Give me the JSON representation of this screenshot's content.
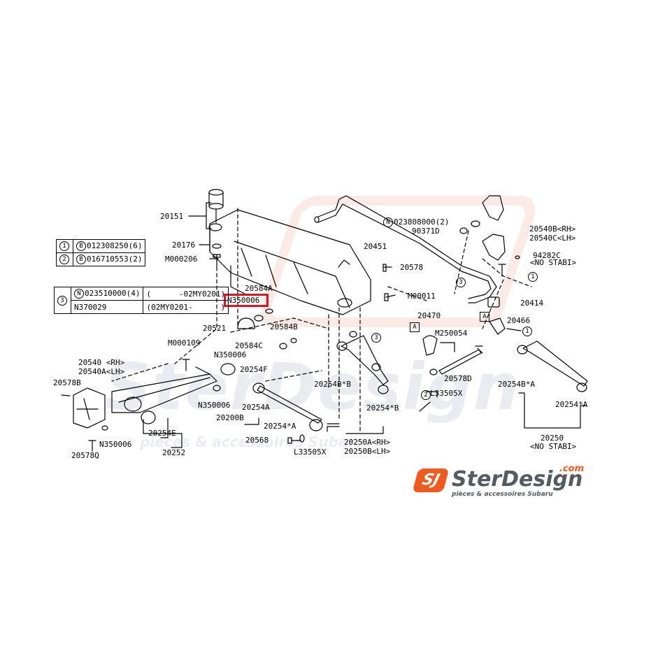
{
  "labels": {
    "p20151": "20151",
    "p20176": "20176",
    "pM000206": "M000206",
    "p20451": "20451",
    "p023808000": "023808000(2)",
    "p90371D": "90371D",
    "p20540B": "20540B<RH>",
    "p20540C": "20540C<LH>",
    "p94282C": "94282C",
    "pNoStabi1": "<NO STABI>",
    "p20578a": "20578",
    "p20584A": "20584A",
    "pM00011": "M00011",
    "pN350006_hl": "N350006",
    "p20521": "20521",
    "p20584B": "20584B",
    "p20584C": "20584C",
    "pN350006_b": "N350006",
    "p20254F": "20254F",
    "pM000109": "M000109",
    "p20540RH": "20540 <RH>",
    "p20540ALH": "20540A<LH>",
    "p20578B": "20578B",
    "pN350006_c": "N350006",
    "p20254A_1": "20254A",
    "p20200B": "20200B",
    "p20254E": "20254E",
    "pN350006_d": "N350006",
    "p20252": "20252",
    "p20578Q": "20578Q",
    "p20568": "20568",
    "pL33505X_1": "L33505X",
    "p20254starA": "20254*A",
    "p20254BstarB": "20254B*B",
    "p20254starB": "20254*B",
    "p20250ARH": "20250A<RH>",
    "p20250BLH": "20250B<LH>",
    "p20470": "20470",
    "pM250054": "M250054",
    "pA1": "A",
    "pA2": "A",
    "p20414": "20414",
    "p20466": "20466",
    "p20578D": "20578D",
    "pL33505X_2": "L33505X",
    "p20254BstarA": "20254B*A",
    "p20254starA_2": "20254*A",
    "p20250": "20250",
    "pNoStabi2": "<NO STABI>",
    "c1a": "1",
    "c1b": "1",
    "c2": "2",
    "c3a": "3",
    "c3b": "3",
    "nN": "N"
  },
  "table_bolts": {
    "rows": [
      {
        "ref": "1",
        "type": "B",
        "part": "012308250(6)"
      },
      {
        "ref": "2",
        "type": "B",
        "part": "016710553(2)"
      }
    ]
  },
  "table_nuts": {
    "ref": "3",
    "rows": [
      {
        "type": "N",
        "part": "023510000(4)",
        "range": "(      -02MY0201)"
      },
      {
        "type": "",
        "part": "N370029",
        "range": "(02MY0201-      )"
      }
    ]
  },
  "watermark": {
    "line1": "SterDesign",
    "line2": "pièces & accessoires Subaru"
  },
  "logo": {
    "mark": "SJ",
    "name": "SterDesign",
    "domain": ".com",
    "tagline": "pièces & accessoires Subaru"
  },
  "colors": {
    "highlight": "#e0141e",
    "logo_orange": "#f05a1e",
    "logo_grey": "#555b63",
    "watermark": "#d9dde6"
  }
}
